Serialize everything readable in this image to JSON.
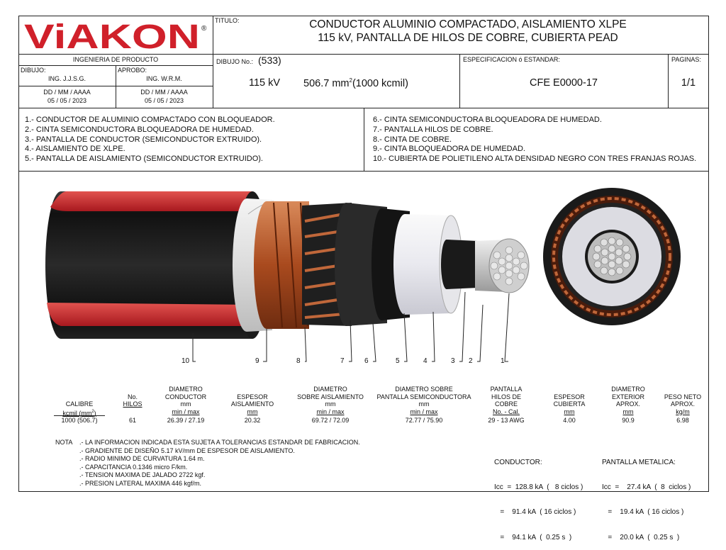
{
  "brand": {
    "name": "ViAKON",
    "reg": "®"
  },
  "header": {
    "titulo_label": "TITULO:",
    "title_line1": "CONDUCTOR ALUMINIO COMPACTADO, AISLAMIENTO XLPE",
    "title_line2": "115 kV, PANTALLA DE HILOS DE COBRE, CUBIERTA PEAD",
    "department": "INGENIERIA DE PRODUCTO",
    "dibujo_label": "DIBUJO:",
    "dibujo_value": "ING. J.J.S.G.",
    "aprobo_label": "APROBO:",
    "aprobo_value": "ING. W.R.M.",
    "date_format": "DD / MM / AAAA",
    "date_dibujo": "05 / 05 / 2023",
    "date_aprobo": "05 / 05 / 2023",
    "dibujo_no_label": "DIBUJO No.:",
    "dibujo_no_value": "(533)",
    "voltage": "115 kV",
    "size_mm": "506.7 mm",
    "size_sup": "2",
    "size_kcmil": "(1000 kcmil)",
    "spec_label": "ESPECIFICACION  ó  ESTANDAR:",
    "spec_value": "CFE E0000-17",
    "paginas_label": "PAGINAS:",
    "paginas_value": "1/1"
  },
  "components_left": [
    "1.- CONDUCTOR DE ALUMINIO COMPACTADO CON BLOQUEADOR.",
    "2.- CINTA SEMICONDUCTORA BLOQUEADORA DE HUMEDAD.",
    "3.- PANTALLA DE CONDUCTOR (SEMICONDUCTOR EXTRUIDO).",
    "4.- AISLAMIENTO DE XLPE.",
    "5.- PANTALLA DE AISLAMIENTO (SEMICONDUCTOR EXTRUIDO)."
  ],
  "components_right": [
    "6.- CINTA SEMICONDUCTORA BLOQUEADORA DE HUMEDAD.",
    "7.- PANTALLA HILOS DE COBRE.",
    "8.- CINTA DE COBRE.",
    "9.- CINTA BLOQUEADORA DE HUMEDAD.",
    "10.- CUBIERTA DE POLIETILENO ALTA DENSIDAD NEGRO CON TRES FRANJAS ROJAS."
  ],
  "callouts": [
    "10",
    "9",
    "8",
    "7",
    "6",
    "5",
    "4",
    "3",
    "2",
    "1"
  ],
  "specs": {
    "columns": [
      {
        "head": [
          "",
          "",
          "CALIBRE"
        ],
        "unit": "kcmil (mm",
        "unit_sup": "2",
        "unit_end": ")",
        "value": "1000 (506.7)"
      },
      {
        "head": [
          "",
          "No.",
          "HILOS"
        ],
        "unit": "",
        "value": "61"
      },
      {
        "head": [
          "DIAMETRO",
          "CONDUCTOR",
          "mm"
        ],
        "unit": "min / max",
        "value": "26.39 / 27.19"
      },
      {
        "head": [
          "",
          "ESPESOR",
          "AISLAMIENTO"
        ],
        "unit": "mm",
        "value": "20.32"
      },
      {
        "head": [
          "DIAMETRO",
          "SOBRE AISLAMIENTO",
          "mm"
        ],
        "unit": "min / max",
        "value": "69.72 / 72.09"
      },
      {
        "head": [
          "DIAMETRO SOBRE",
          "PANTALLA SEMICONDUCTORA",
          "mm"
        ],
        "unit": "min / max",
        "value": "72.77 / 75.90"
      },
      {
        "head": [
          "PANTALLA",
          "HILOS DE",
          "COBRE"
        ],
        "unit": "No.  -   Cal.",
        "value": "29 - 13 AWG"
      },
      {
        "head": [
          "",
          "ESPESOR",
          "CUBIERTA"
        ],
        "unit": "mm",
        "value": "4.00"
      },
      {
        "head": [
          "DIAMETRO",
          "EXTERIOR",
          "APROX."
        ],
        "unit": "mm",
        "value": "90.9"
      },
      {
        "head": [
          "",
          "PESO NETO",
          "APROX."
        ],
        "unit": "kg/m",
        "value": "6.98"
      }
    ],
    "top_head": [
      "",
      "",
      "DIAMETRO",
      "",
      "DIAMETRO",
      "DIAMETRO SOBRE",
      "PANTALLA",
      "",
      "DIAMETRO",
      ""
    ]
  },
  "notes": {
    "label": "NOTA",
    "items": [
      ".- LA INFORMACION INDICADA ESTA SUJETA A TOLERANCIAS ESTANDAR DE FABRICACION.",
      ".- GRADIENTE DE DISEÑO 5.17 kV/mm DE ESPESOR DE AISLAMIENTO.",
      ".- RADIO MINIMO DE CURVATURA 1.64 m.",
      ".- CAPACITANCIA 0.1346 micro F/km.",
      ".- TENSION MAXIMA DE JALADO 2722 kgf.",
      ".- PRESION LATERAL MAXIMA 446 kgf/m."
    ]
  },
  "conductor_currents": {
    "title": "CONDUCTOR:",
    "lines": [
      "Icc  =  128.8 kA  (   8 ciclos )",
      "   =    91.4 kA  ( 16 ciclos )",
      "   =    94.1 kA  (  0.25 s  )"
    ]
  },
  "screen_currents": {
    "title": "PANTALLA METALICA:",
    "lines": [
      "Icc  =    27.4 kA  (  8  ciclos )",
      "   =    19.4 kA  ( 16 ciclos )",
      "   =    20.0 kA  (  0.25 s  )"
    ]
  },
  "colors": {
    "brand_red": "#d0202a",
    "jacket": "#1a1a1a",
    "stripe_red": "#c8232b",
    "copper": "#b4552a"
  }
}
